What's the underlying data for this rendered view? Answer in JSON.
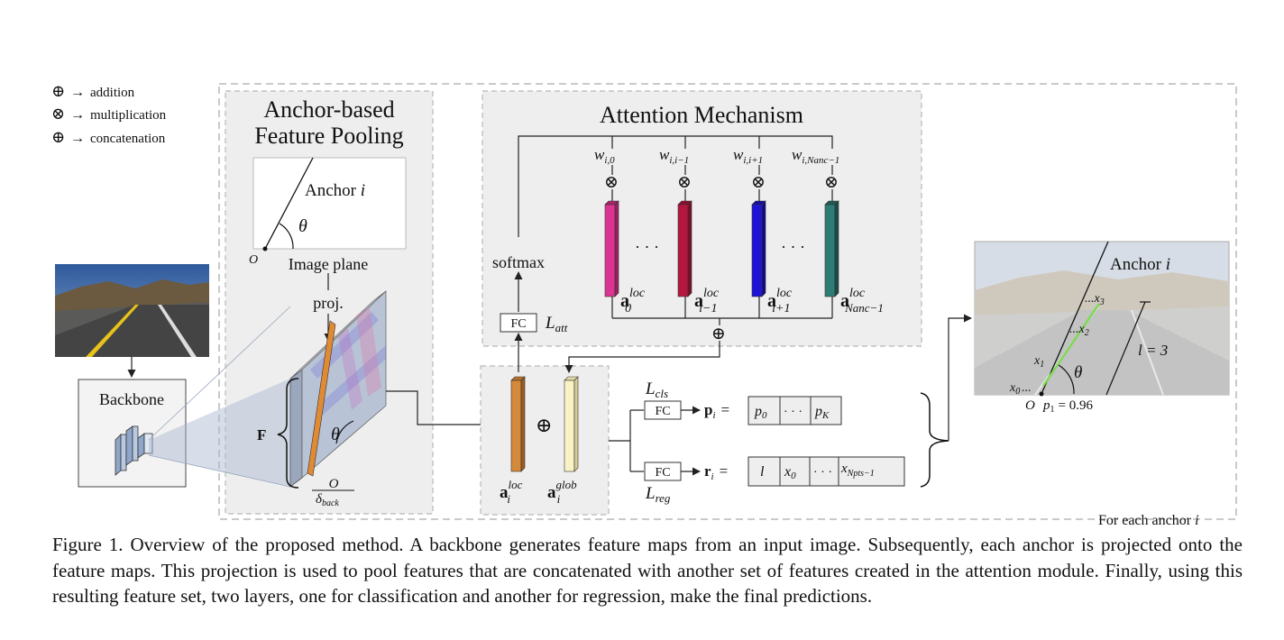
{
  "legend": [
    {
      "sym": "⊕",
      "arrow": "→",
      "label": "addition"
    },
    {
      "sym": "⊗",
      "arrow": "→",
      "label": "multiplication"
    },
    {
      "sym": "⊕",
      "arrow": "→",
      "label": "concatenation"
    }
  ],
  "pooling": {
    "title_line1": "Anchor-based",
    "title_line2": "Feature Pooling",
    "anchor_label": "Anchor",
    "anchor_var": "i",
    "theta": "θ",
    "origin": "O",
    "image_plane": "Image plane",
    "proj": "proj.",
    "feature_F": "F",
    "delta_num": "O",
    "delta_den": "δ",
    "delta_sub": "back"
  },
  "backbone": {
    "label": "Backbone"
  },
  "attention": {
    "title": "Attention Mechanism",
    "softmax": "softmax",
    "fc": "FC",
    "l_att": "L",
    "l_att_sub": "att",
    "weights": [
      {
        "base": "w",
        "sub": "i,0"
      },
      {
        "base": "w",
        "sub": "i,i−1"
      },
      {
        "base": "w",
        "sub": "i,i+1"
      },
      {
        "base": "w",
        "sub": "i,Nanc−1"
      }
    ],
    "features": [
      {
        "base": "a",
        "sub": "0",
        "sup": "loc",
        "color": "#d93591"
      },
      {
        "base": "a",
        "sub": "i−1",
        "sup": "loc",
        "color": "#b5163e"
      },
      {
        "base": "a",
        "sub": "i+1",
        "sup": "loc",
        "color": "#1f13d6"
      },
      {
        "base": "a",
        "sub": "Nanc−1",
        "sup": "loc",
        "color": "#2e7d74"
      }
    ],
    "ellipsis": "· · ·",
    "mult_symbol": "⊗",
    "add_symbol": "⊕"
  },
  "concat": {
    "loc": {
      "base": "a",
      "sub": "i",
      "sup": "loc",
      "color": "#d5893a"
    },
    "glob": {
      "base": "a",
      "sub": "i",
      "sup": "glob",
      "color": "#f8f2c5"
    },
    "symbol": "⊕"
  },
  "heads": {
    "cls": {
      "fc": "FC",
      "loss": "L",
      "loss_sub": "cls",
      "out": "p",
      "out_sub": "i",
      "eq": "=",
      "cells": [
        {
          "t": "p",
          "s": "0"
        },
        {
          "t": "· · ·",
          "s": ""
        },
        {
          "t": "p",
          "s": "K"
        }
      ]
    },
    "reg": {
      "fc": "FC",
      "loss": "L",
      "loss_sub": "reg",
      "out": "r",
      "out_sub": "i",
      "eq": "=",
      "cells": [
        {
          "t": "l",
          "s": ""
        },
        {
          "t": "x",
          "s": "0"
        },
        {
          "t": "· · ·",
          "s": ""
        },
        {
          "t": "x",
          "s": "Npts−1"
        }
      ]
    }
  },
  "result": {
    "anchor_label": "Anchor",
    "anchor_var": "i",
    "theta": "θ",
    "origin": "O",
    "points": [
      {
        "t": "x",
        "s": "0"
      },
      {
        "t": "x",
        "s": "1"
      },
      {
        "t": "x",
        "s": "2"
      },
      {
        "t": "x",
        "s": "3"
      }
    ],
    "dots": "...",
    "p1_text": "p",
    "p1_sub": "1",
    "p1_val": "= 0.96",
    "length_text": "l = 3"
  },
  "for_each": {
    "text": "For each anchor",
    "var": "i"
  },
  "caption": "Figure 1. Overview of the proposed method. A backbone generates feature maps from an input image. Subsequently, each anchor is projected onto the feature maps. This projection is used to pool features that are concatenated with another set of features created in the attention module. Finally, using this resulting feature set, two layers, one for classification and another for regression, make the final predictions."
}
